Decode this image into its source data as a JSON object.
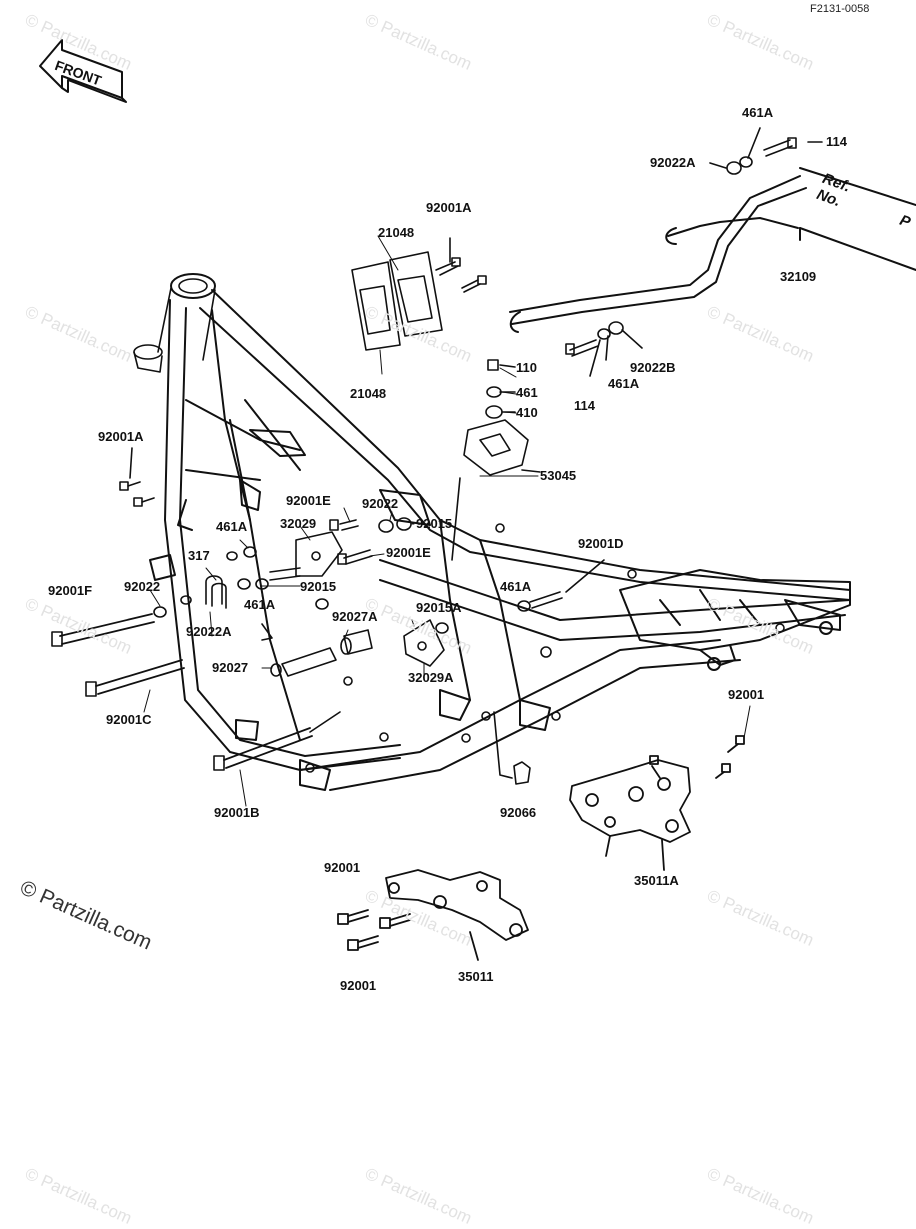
{
  "header": {
    "diagram_id": "F2131-0058"
  },
  "front_arrow": {
    "label": "FRONT"
  },
  "ref_note": {
    "line1": "Ref.",
    "line2": "No.",
    "line3": "P"
  },
  "copyright": {
    "text": "© Partzilla.com"
  },
  "watermark": {
    "text": "© Partzilla.com"
  },
  "labels": {
    "l92001A_top": "92001A",
    "l21048_top": "21048",
    "l21048_bottom": "21048",
    "l461A_top": "461A",
    "l114_top": "114",
    "l92022A_top": "92022A",
    "l32109": "32109",
    "l114_bottom": "114",
    "l461A_mid": "461A",
    "l92022B": "92022B",
    "l110": "110",
    "l461": "461",
    "l410": "410",
    "l53045": "53045",
    "l92001A_left": "92001A",
    "l92001E_1": "92001E",
    "l92022_mid": "92022",
    "l92015_1": "92015",
    "l32029": "32029",
    "l461A_left": "461A",
    "l92001E_2": "92001E",
    "l317": "317",
    "l92001D": "92001D",
    "l92001F": "92001F",
    "l92022_left": "92022",
    "l92015_2": "92015",
    "l461A_low": "461A",
    "l461A_right": "461A",
    "l92027A": "92027A",
    "l92015A": "92015A",
    "l92022A_low": "92022A",
    "l92027": "92027",
    "l32029A": "32029A",
    "l92001C": "92001C",
    "l92001_right": "92001",
    "l92001B": "92001B",
    "l92066": "92066",
    "l35011A": "35011A",
    "l92001_bottom1": "92001",
    "l92001_bottom2": "92001",
    "l35011": "35011"
  }
}
